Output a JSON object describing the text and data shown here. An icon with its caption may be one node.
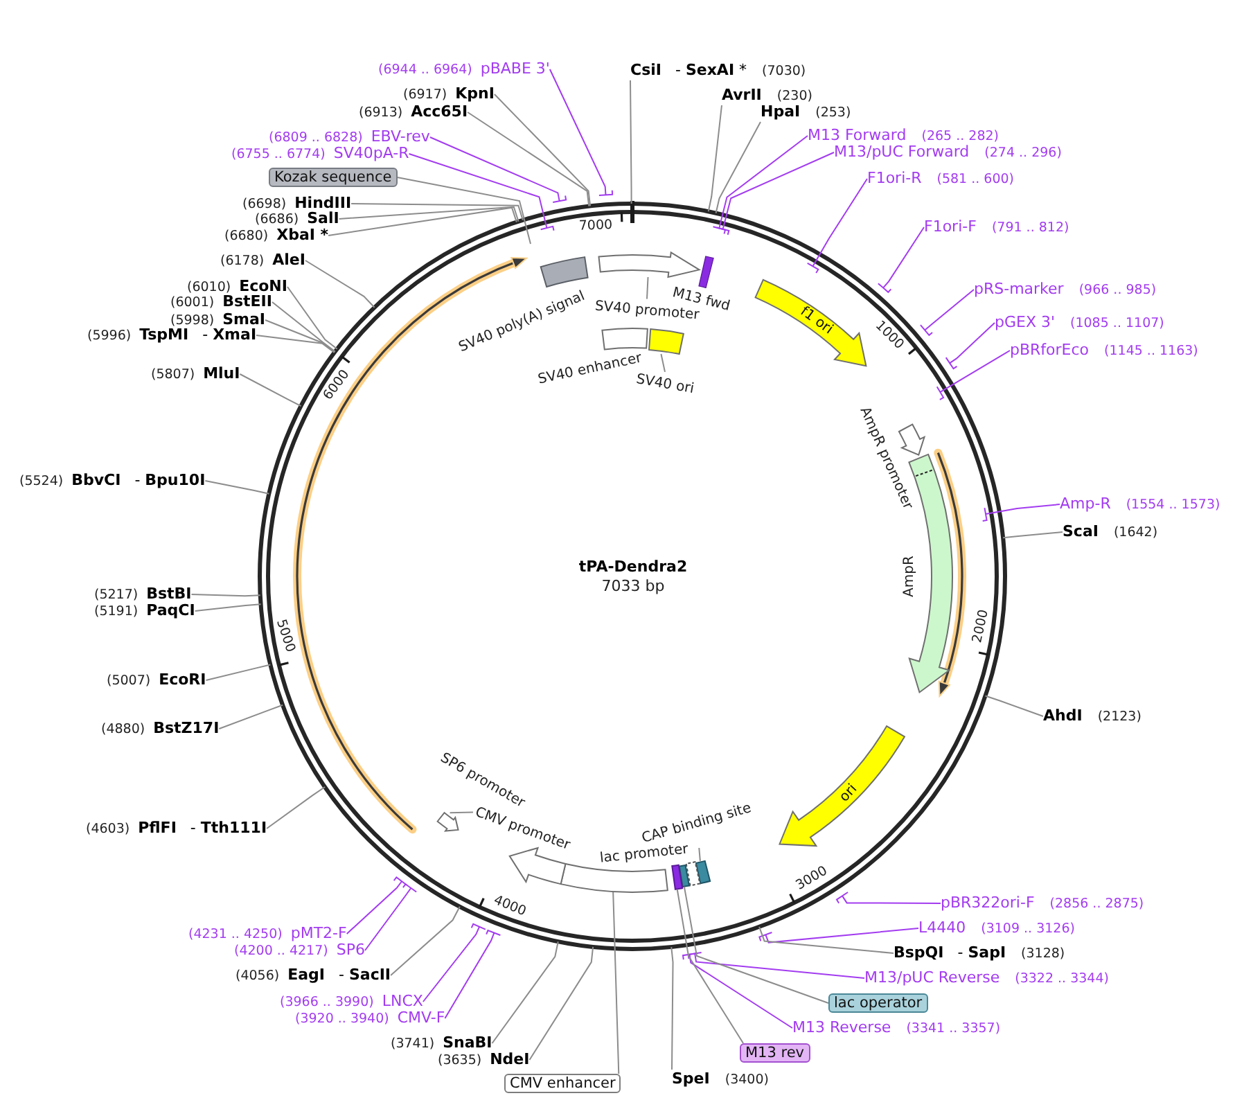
{
  "diagram": {
    "title": "tPA-Dendra2",
    "nodes": [
      {
        "text": [
          "CsiI",
          "- **SexAI** *",
          "(7030)"
        ]
      },
      {
        "text": [
          "AvrII",
          "(230)"
        ]
      },
      {
        "text": [
          "HpaI",
          "(253)"
        ]
      },
      {
        "text": [
          "M13 Forward",
          "(265 .. 282)"
        ]
      },
      {
        "text": [
          "M13/pUC Forward",
          "(274 .. 296)"
        ]
      },
      {
        "text": [
          "F1ori-R",
          "(581 .. 600)"
        ]
      },
      {
        "text": [
          "F1ori-F",
          "(791 .. 812)"
        ]
      },
      {
        "text": [
          "pRS-marker",
          "(966 .. 985)"
        ]
      },
      {
        "text": [
          "pGEX 3'",
          "(1085 .. 1107)"
        ]
      },
      {
        "text": [
          "pBRforEco",
          "(1145 .. 1163)"
        ]
      },
      {
        "text": [
          "Amp-R",
          "(1554 .. 1573)"
        ]
      },
      {
        "text": [
          "ScaI",
          "(1642)"
        ]
      },
      {
        "text": [
          "AhdI",
          "(2123)"
        ]
      },
      {
        "text": [
          "pBR322ori-F",
          "(2856 .. 2875)"
        ]
      },
      {
        "text": [
          "L4440",
          "(3109 .. 3126)"
        ]
      },
      {
        "text": [
          "BspQI",
          "- **SapI**",
          "(3128)"
        ]
      },
      {
        "text": [
          "M13/pUC Reverse",
          "(3322 .. 3344)"
        ]
      },
      {
        "text": [
          "lac operator"
        ]
      },
      {
        "text": [
          "M13 Reverse",
          "(3341 .. 3357)"
        ]
      },
      {
        "text": [
          "M13 rev"
        ]
      },
      {
        "text": [
          "SpeI",
          "(3400)"
        ]
      },
      {
        "text": [
          "CMV enhancer"
        ]
      },
      {
        "text": [
          "(3635)",
          "NdeI"
        ]
      },
      {
        "text": [
          "(3741)",
          "SnaBI"
        ]
      },
      {
        "text": [
          "(3920 .. 3940)",
          "CMV-F"
        ]
      },
      {
        "text": [
          "(3966 .. 3990)",
          "LNCX"
        ]
      },
      {
        "text": [
          "(4056)",
          "EagI",
          "- **SacII**"
        ]
      },
      {
        "text": [
          "(4200 .. 4217)",
          "SP6"
        ]
      },
      {
        "text": [
          "(4231 .. 4250)",
          "pMT2-F"
        ]
      },
      {
        "text": [
          "(4603)",
          "PflFI",
          "- **Tth111I**"
        ]
      },
      {
        "text": [
          "(4880)",
          "BstZ17I"
        ]
      },
      {
        "text": [
          "(5007)",
          "EcoRI"
        ]
      },
      {
        "text": [
          "(5191)",
          "PaqCI"
        ]
      },
      {
        "text": [
          "(5217)",
          "BstBI"
        ]
      },
      {
        "text": [
          "(5524)",
          "BbvCI",
          "- **Bpu10I**"
        ]
      },
      {
        "text": [
          "(5807)",
          "MluI"
        ]
      },
      {
        "text": [
          "(5996)",
          "TspMI",
          "- **XmaI**"
        ]
      },
      {
        "text": [
          "(5998)",
          "SmaI"
        ]
      },
      {
        "text": [
          "(6001)",
          "BstEII"
        ]
      },
      {
        "text": [
          "(6010)",
          "EcoNI"
        ]
      },
      {
        "text": [
          "(6178)",
          "AleI"
        ]
      },
      {
        "text": [
          "(6680)",
          "XbaI *"
        ]
      },
      {
        "text": [
          "(6686)",
          "SalI"
        ]
      },
      {
        "text": [
          "(6698)",
          "HindIII"
        ]
      },
      {
        "text": [
          "Kozak sequence"
        ]
      },
      {
        "text": [
          "(6755 .. 6774)",
          "SV40pA-R"
        ]
      },
      {
        "text": [
          "(6809 .. 6828)",
          "EBV-rev"
        ]
      },
      {
        "text": [
          "(6913)",
          "Acc65I"
        ]
      },
      {
        "text": [
          "(6917)",
          "KpnI"
        ]
      },
      {
        "text": [
          "(6944 .. 6964)",
          "pBABE 3'"
        ]
      },
      {
        "text": [],
        "shape": "box",
        "beside": [
          "SV40 poly(A) signal"
        ]
      },
      {
        "text": [],
        "shape": "arrow"
      },
      {
        "text": [
          "SV40 promoter"
        ]
      },
      {
        "text": [],
        "shape": "bar",
        "beside": [
          "M13 fwd"
        ]
      },
      {
        "text": [],
        "shape": "box",
        "beside": [
          "SV40 enhancer"
        ]
      },
      {
        "text": [],
        "shape": "box"
      },
      {
        "text": [
          "SV40 ori"
        ]
      },
      {
        "text": [
          "f1 ori"
        ]
      },
      {
        "text": [],
        "shape": "arrow",
        "beside": [
          "AmpR promoter"
        ]
      },
      {
        "text": [],
        "shape": "arrow",
        "beside": [
          "AmpR"
        ]
      },
      {
        "text": [
          "ori"
        ]
      },
      {
        "text": [],
        "shape": "box"
      },
      {
        "text": [
          "CAP binding site"
        ]
      },
      {
        "text": [],
        "shape": "box",
        "beside": [
          "lac promoter"
        ]
      },
      {
        "text": [],
        "shape": "box"
      },
      {
        "text": [],
        "shape": "box"
      },
      {
        "text": [],
        "shape": "box"
      },
      {
        "text": [],
        "shape": "arrow",
        "beside": [
          "CMV promoter"
        ]
      },
      {
        "text": [],
        "shape": "arrow"
      },
      {
        "text": [
          "SP6 promoter"
        ]
      }
    ],
    "edges": [
      {
        "from": 0,
        "to": null,
        "arrow": "none"
      },
      {
        "from": 1,
        "to": null,
        "arrow": "none"
      },
      {
        "from": 2,
        "to": null,
        "arrow": "none"
      },
      {
        "from": 3,
        "to": null,
        "arrow": "none",
        "color": "#a33cf0"
      },
      {
        "from": 4,
        "to": null,
        "arrow": "none",
        "color": "#a33cf0"
      },
      {
        "from": 5,
        "to": null,
        "arrow": "none",
        "color": "#a33cf0"
      },
      {
        "from": 6,
        "to": null,
        "arrow": "none",
        "color": "#a33cf0"
      },
      {
        "from": 7,
        "to": null,
        "arrow": "none",
        "color": "#a33cf0"
      },
      {
        "from": 8,
        "to": null,
        "arrow": "none",
        "color": "#a33cf0"
      },
      {
        "from": 9,
        "to": null,
        "arrow": "none",
        "color": "#a33cf0"
      },
      {
        "from": 10,
        "to": null,
        "arrow": "none",
        "color": "#a33cf0"
      },
      {
        "from": 11,
        "to": null,
        "arrow": "none"
      },
      {
        "from": 12,
        "to": null,
        "arrow": "none"
      },
      {
        "from": 13,
        "to": null,
        "arrow": "none",
        "color": "#a33cf0"
      },
      {
        "from": 14,
        "to": null,
        "arrow": "none",
        "color": "#a33cf0"
      },
      {
        "from": 15,
        "to": null,
        "arrow": "none"
      },
      {
        "from": 16,
        "to": null,
        "arrow": "none",
        "color": "#a33cf0"
      },
      {
        "from": 17,
        "to": 64,
        "arrow": "none"
      },
      {
        "from": 18,
        "to": null,
        "arrow": "none",
        "color": "#a33cf0"
      },
      {
        "from": 19,
        "to": 65,
        "arrow": "none"
      },
      {
        "from": 20,
        "to": null,
        "arrow": "none"
      },
      {
        "from": 21,
        "to": 66,
        "arrow": "none"
      },
      {
        "from": 22,
        "to": null,
        "arrow": "none"
      },
      {
        "from": 23,
        "to": null,
        "arrow": "none"
      },
      {
        "from": 24,
        "to": null,
        "arrow": "none",
        "color": "#a33cf0"
      },
      {
        "from": 25,
        "to": null,
        "arrow": "none",
        "color": "#a33cf0"
      },
      {
        "from": 26,
        "to": null,
        "arrow": "none"
      },
      {
        "from": 27,
        "to": null,
        "arrow": "none",
        "color": "#a33cf0"
      },
      {
        "from": 28,
        "to": null,
        "arrow": "none",
        "color": "#a33cf0"
      },
      {
        "from": 29,
        "to": null,
        "arrow": "none"
      },
      {
        "from": 30,
        "to": null,
        "arrow": "none"
      },
      {
        "from": 31,
        "to": null,
        "arrow": "none"
      },
      {
        "from": 32,
        "to": null,
        "arrow": "none"
      },
      {
        "from": 33,
        "to": null,
        "arrow": "none"
      },
      {
        "from": 34,
        "to": null,
        "arrow": "none"
      },
      {
        "from": 35,
        "to": null,
        "arrow": "none"
      },
      {
        "from": 36,
        "to": null,
        "arrow": "none"
      },
      {
        "from": 37,
        "to": null,
        "arrow": "none"
      },
      {
        "from": 38,
        "to": null,
        "arrow": "none"
      },
      {
        "from": 39,
        "to": null,
        "arrow": "none"
      },
      {
        "from": 40,
        "to": null,
        "arrow": "none"
      },
      {
        "from": 41,
        "to": null,
        "arrow": "none"
      },
      {
        "from": 42,
        "to": null,
        "arrow": "none"
      },
      {
        "from": 43,
        "to": null,
        "arrow": "none"
      },
      {
        "from": 44,
        "to": null,
        "arrow": "none"
      },
      {
        "from": 45,
        "to": null,
        "arrow": "none",
        "color": "#a33cf0"
      },
      {
        "from": 46,
        "to": null,
        "arrow": "none",
        "color": "#a33cf0"
      },
      {
        "from": 47,
        "to": null,
        "arrow": "none"
      },
      {
        "from": 48,
        "to": null,
        "arrow": "none"
      },
      {
        "from": 49,
        "to": null,
        "arrow": "none",
        "color": "#a33cf0"
      },
      {
        "from": 52,
        "to": 51,
        "arrow": "none"
      },
      {
        "from": 56,
        "to": 55,
        "arrow": "none"
      },
      {
        "from": 62,
        "to": 61,
        "arrow": "none"
      },
      {
        "from": 69,
        "to": 68,
        "arrow": "none"
      }
    ],
    "labels": [
      "7000",
      "1000",
      "6000",
      "7033 bp",
      "2000",
      "5000",
      "3000",
      "4000"
    ]
  }
}
